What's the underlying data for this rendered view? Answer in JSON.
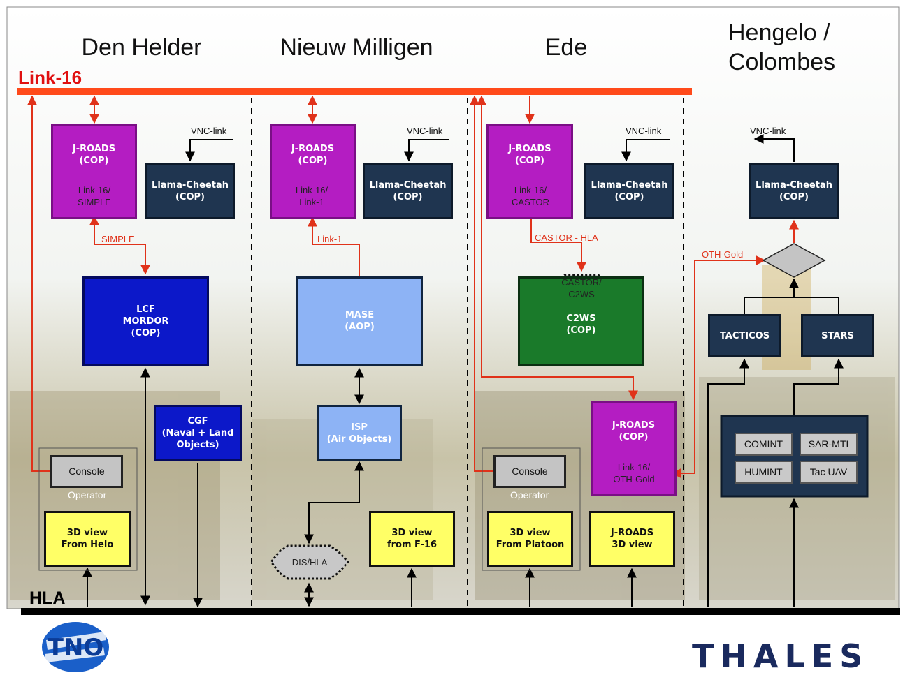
{
  "regions": [
    "Den Helder",
    "Nieuw Milligen",
    "Ede",
    "Hengelo /\nColombes"
  ],
  "buses": {
    "link16": "Link-16",
    "hla": "HLA"
  },
  "boxes": {
    "jroads_dh": "J-ROADS\n(COP)",
    "llama_dh": "Llama-Cheetah\n(COP)",
    "lcf": "LCF\nMORDOR\n(COP)",
    "cgf": "CGF\n(Naval + Land\nObjects)",
    "console_dh": "Console",
    "view_helo": "3D view\nFrom Helo",
    "jroads_nm": "J-ROADS\n(COP)",
    "llama_nm": "Llama-Cheetah\n(COP)",
    "mase": "MASE\n(AOP)",
    "isp": "ISP\n(Air Objects)",
    "view_f16": "3D view\nfrom F-16",
    "jroads_ede": "J-ROADS\n(COP)",
    "llama_ede": "Llama-Cheetah\n(COP)",
    "c2ws": "C2WS\n(COP)",
    "jroads_oth": "J-ROADS\n(COP)",
    "console_ede": "Console",
    "view_platoon": "3D view\nFrom Platoon",
    "jroads_3d": "J-ROADS\n3D view",
    "llama_hc": "Llama-Cheetah\n(COP)",
    "tacticos": "TACTICOS",
    "stars": "STARS",
    "comint": "COMINT",
    "sarmti": "SAR-MTI",
    "humint": "HUMINT",
    "tacuav": "Tac UAV"
  },
  "hexagons": {
    "simple": "Link-16/\nSIMPLE",
    "link1": "Link-16/\nLink-1",
    "castor": "Link-16/\nCASTOR",
    "castor_c2ws": "CASTOR/\nC2WS",
    "othgold": "Link-16/\nOTH-Gold",
    "dishla": "DIS/HLA"
  },
  "labels": {
    "vnc": "VNC-link",
    "simple": "SIMPLE",
    "link1": "Link-1",
    "castor_hla": "CASTOR - HLA",
    "oth_gold": "OTH-Gold",
    "operator": "Operator"
  },
  "logos": {
    "tno": "TNO",
    "thales": "THALES"
  },
  "colors": {
    "link16": "#ff4a1a",
    "hla": "#000000",
    "purple": "#b41dc2",
    "navy": "#1f3550",
    "blue": "#0c18c9",
    "light_blue": "#8db3f5",
    "green": "#1a7a2a",
    "yellow": "#ffff66"
  }
}
